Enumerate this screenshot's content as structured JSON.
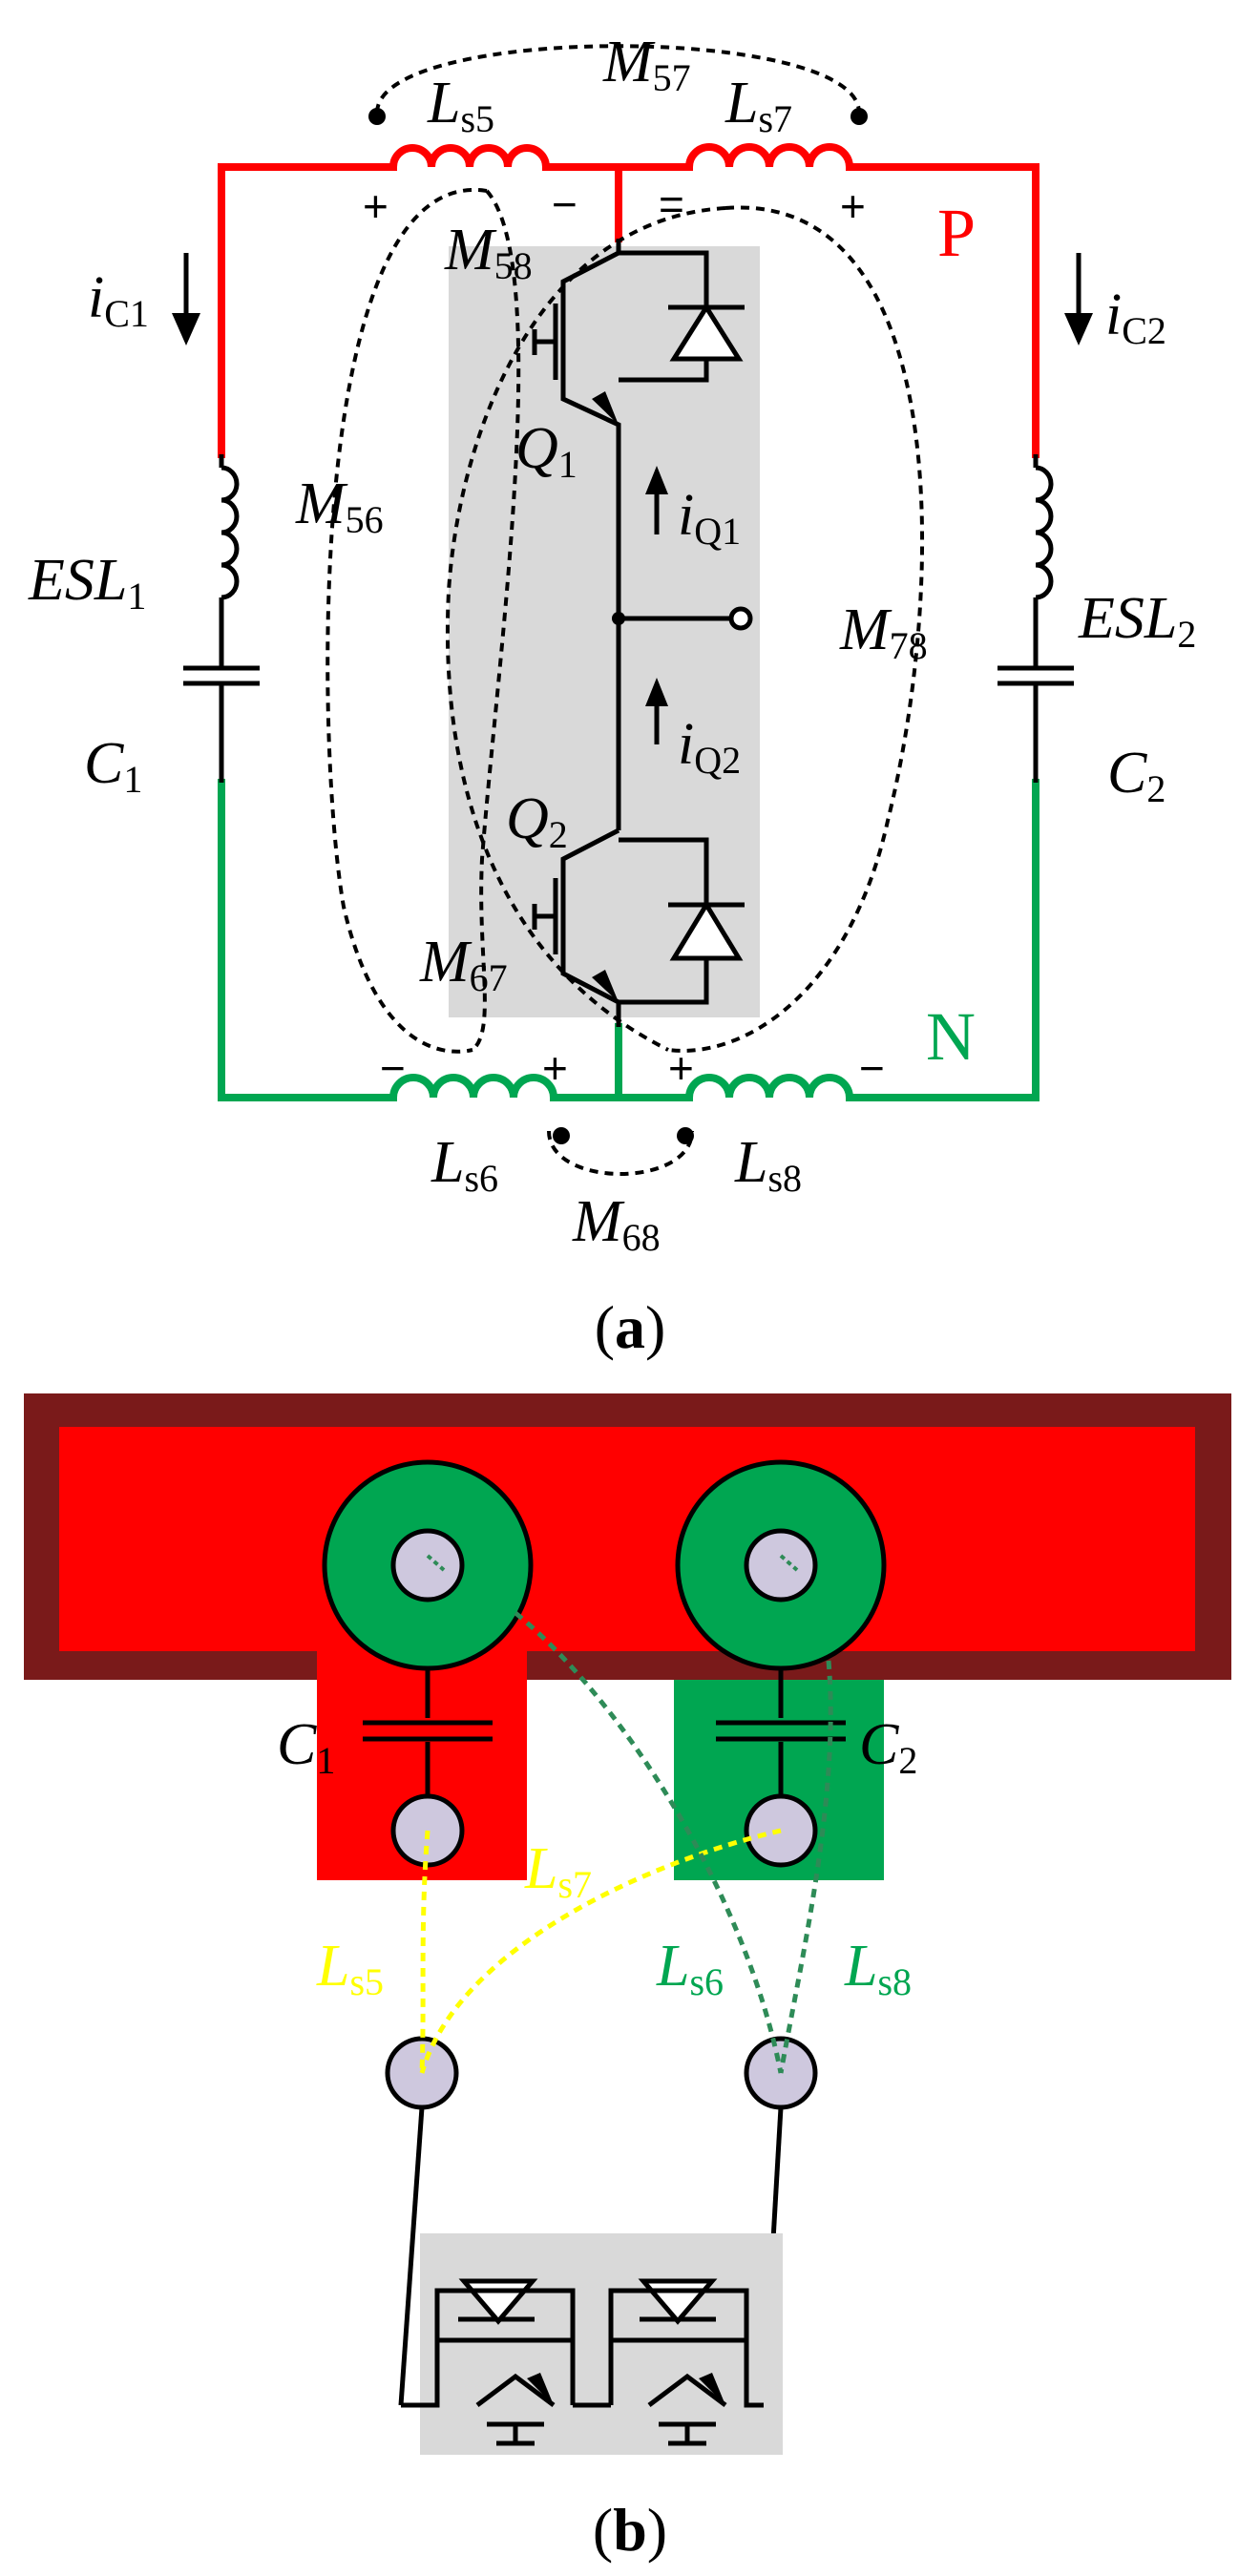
{
  "colors": {
    "p_bus": "#ff0000",
    "n_bus": "#00a651",
    "module_bg": "#d9d9d9",
    "board_border": "#7a1a1a",
    "pad_fill": "#cec8de",
    "trace_yellow": "#ffff00",
    "trace_green_dark": "#2e8b57",
    "label_yellow": "#ffff00",
    "label_green": "#00a651"
  },
  "panel_a": {
    "caption": {
      "open": "(",
      "letter": "a",
      "close": ")"
    },
    "bus_labels": {
      "p": "P",
      "n": "N"
    },
    "inductors": {
      "ls5": {
        "main": "L",
        "sub": "s5"
      },
      "ls6": {
        "main": "L",
        "sub": "s6"
      },
      "ls7": {
        "main": "L",
        "sub": "s7"
      },
      "ls8": {
        "main": "L",
        "sub": "s8"
      }
    },
    "mutuals": {
      "m57": {
        "main": "M",
        "sub": "57"
      },
      "m58": {
        "main": "M",
        "sub": "58"
      },
      "m56": {
        "main": "M",
        "sub": "56"
      },
      "m67": {
        "main": "M",
        "sub": "67"
      },
      "m68": {
        "main": "M",
        "sub": "68"
      },
      "m78": {
        "main": "M",
        "sub": "78"
      }
    },
    "currents": {
      "ic1": {
        "main": "i",
        "sub": "C1"
      },
      "ic2": {
        "main": "i",
        "sub": "C2"
      },
      "iq1": {
        "main": "i",
        "sub": "Q1"
      },
      "iq2": {
        "main": "i",
        "sub": "Q2"
      }
    },
    "esl": {
      "esl1": {
        "main": "ESL",
        "sub": "1"
      },
      "esl2": {
        "main": "ESL",
        "sub": "2"
      }
    },
    "capacitors": {
      "c1": {
        "main": "C",
        "sub": "1"
      },
      "c2": {
        "main": "C",
        "sub": "2"
      }
    },
    "switches": {
      "q1": {
        "main": "Q",
        "sub": "1"
      },
      "q2": {
        "main": "Q",
        "sub": "2"
      }
    },
    "polarity": {
      "ls5_left": "+",
      "ls5_right": "−",
      "ls7_left": "=",
      "ls7_right": "+",
      "ls6_left": "−",
      "ls6_right": "+",
      "ls8_left": "+",
      "ls8_right": "−"
    }
  },
  "panel_b": {
    "caption": {
      "open": "(",
      "letter": "b",
      "close": ")"
    },
    "capacitors": {
      "c1": {
        "main": "C",
        "sub": "1"
      },
      "c2": {
        "main": "C",
        "sub": "2"
      }
    },
    "traces": {
      "ls5": {
        "main": "L",
        "sub": "s5"
      },
      "ls7": {
        "main": "L",
        "sub": "s7"
      },
      "ls6": {
        "main": "L",
        "sub": "s6"
      },
      "ls8": {
        "main": "L",
        "sub": "s8"
      }
    }
  }
}
